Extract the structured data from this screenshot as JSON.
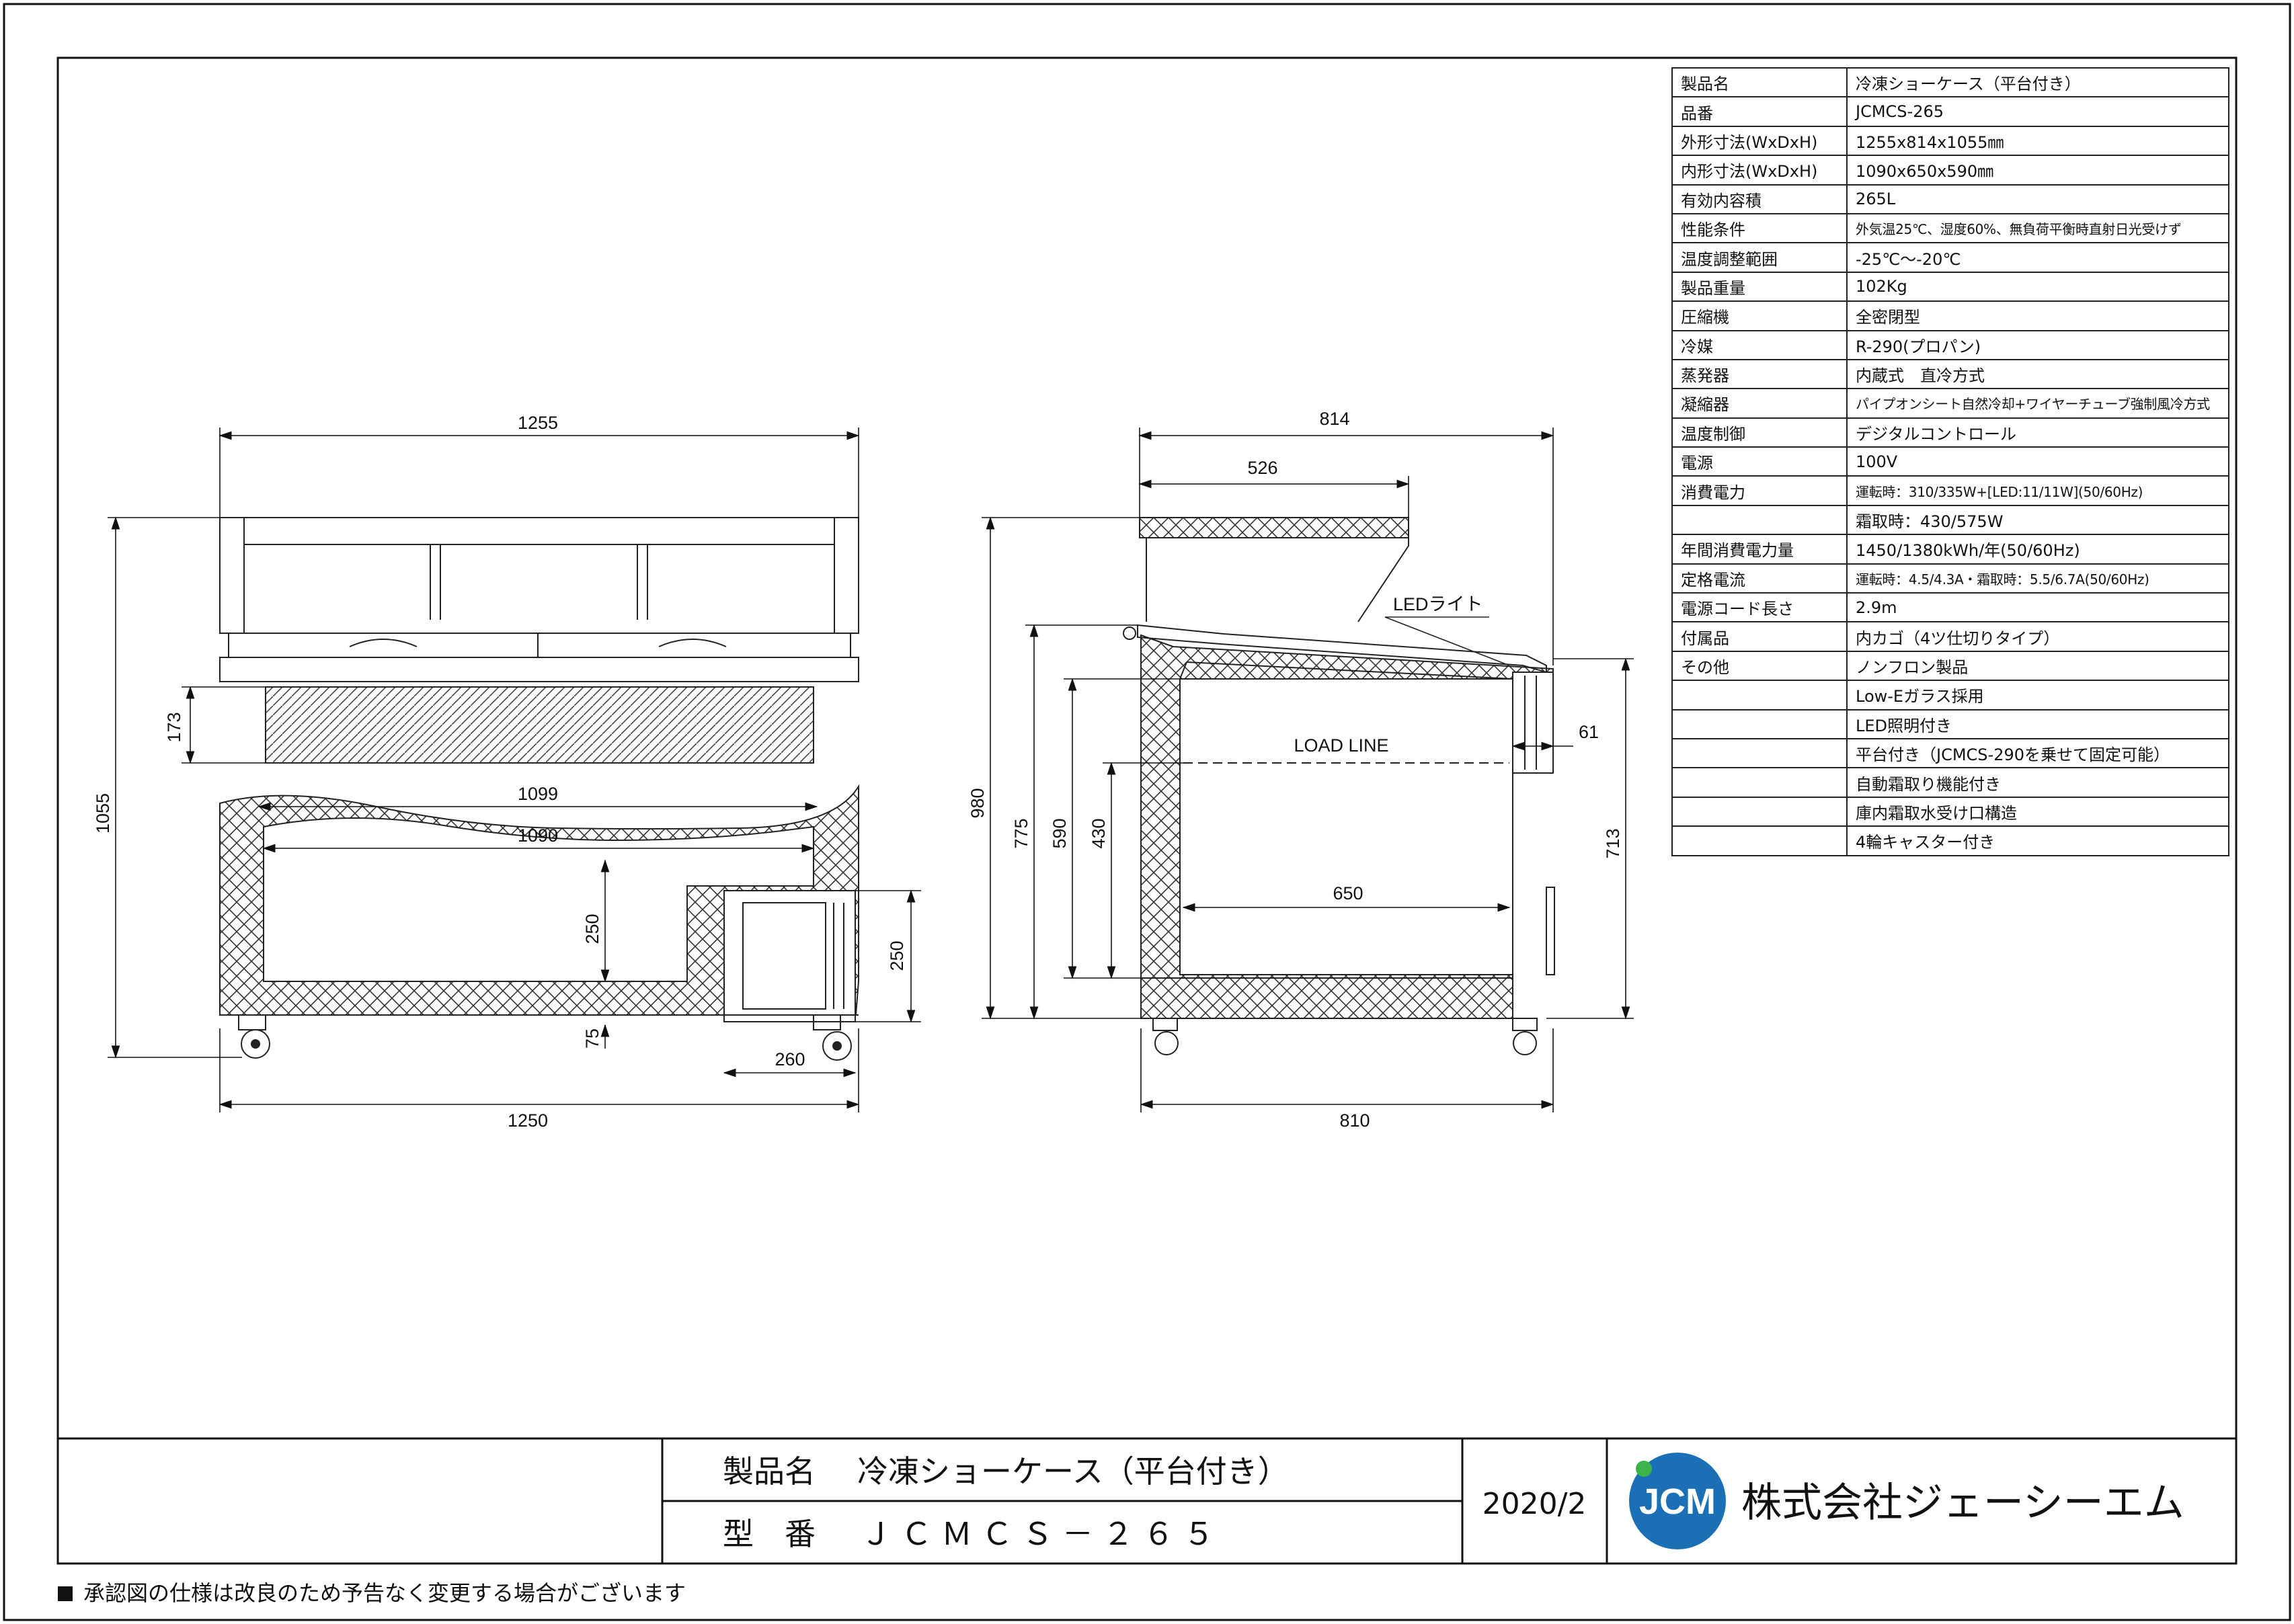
{
  "spec_rows": [
    {
      "k": "製品名",
      "v": "冷凍ショーケース（平台付き）"
    },
    {
      "k": "品番",
      "v": "JCMCS-265"
    },
    {
      "k": "外形寸法(WxDxH)",
      "v": "1255x814x1055㎜"
    },
    {
      "k": "内形寸法(WxDxH)",
      "v": "1090x650x590㎜"
    },
    {
      "k": "有効内容積",
      "v": "265L"
    },
    {
      "k": "性能条件",
      "v": "外気温25℃、湿度60%、無負荷平衡時直射日光受けず",
      "small": true
    },
    {
      "k": "温度調整範囲",
      "v": "-25℃～-20℃"
    },
    {
      "k": "製品重量",
      "v": "102Kg"
    },
    {
      "k": "圧縮機",
      "v": "全密閉型"
    },
    {
      "k": "冷媒",
      "v": "R-290(プロパン)"
    },
    {
      "k": "蒸発器",
      "v": "内蔵式　直冷方式"
    },
    {
      "k": "凝縮器",
      "v": "パイプオンシート自然冷却+ワイヤーチューブ強制風冷方式",
      "small": true
    },
    {
      "k": "温度制御",
      "v": "デジタルコントロール"
    },
    {
      "k": "電源",
      "v": "100V"
    },
    {
      "k": "消費電力",
      "v": "運転時：310/335W+[LED:11/11W](50/60Hz)",
      "small": true
    },
    {
      "k": "",
      "v": "霜取時：430/575W"
    },
    {
      "k": "年間消費電力量",
      "v": "1450/1380kWh/年(50/60Hz)"
    },
    {
      "k": "定格電流",
      "v": "運転時：4.5/4.3A・霜取時：5.5/6.7A(50/60Hz)",
      "small": true
    },
    {
      "k": "電源コード長さ",
      "v": "2.9m"
    },
    {
      "k": "付属品",
      "v": "内カゴ（4ツ仕切りタイプ）"
    },
    {
      "k": "その他",
      "v": "ノンフロン製品"
    },
    {
      "k": "",
      "v": "Low-Eガラス採用"
    },
    {
      "k": "",
      "v": "LED照明付き"
    },
    {
      "k": "",
      "v": "平台付き（JCMCS-290を乗せて固定可能）"
    },
    {
      "k": "",
      "v": "自動霜取り機能付き"
    },
    {
      "k": "",
      "v": "庫内霜取水受け口構造"
    },
    {
      "k": "",
      "v": "4輪キャスター付き"
    }
  ],
  "front_dims": {
    "w_top": "1255",
    "w_bottom": "1250",
    "inner_top": "1099",
    "inner": "1090",
    "h_total": "1055",
    "h_glass": "173",
    "h_step": "250",
    "h_base": "75",
    "h_box": "250",
    "w_box": "260"
  },
  "side_dims": {
    "d_top": "814",
    "d_shelf": "526",
    "d_bottom": "810",
    "d_inner": "650",
    "h_980": "980",
    "h_775": "775",
    "h_590": "590",
    "h_430": "430",
    "h_713": "713",
    "d_61": "61",
    "led_label": "LEDライト",
    "load_label": "LOAD LINE"
  },
  "title_block": {
    "name_label": "製品名",
    "name_value": "冷凍ショーケース（平台付き）",
    "model_label": "型　番",
    "model_value": "ＪＣＭＣＳ－２６５",
    "date": "2020/2",
    "company": "株式会社ジェーシーエム",
    "logo_text": "JCM",
    "logo_color": "#1a6fb5",
    "logo_dot_color": "#3cb44b"
  },
  "footer_note": "承認図の仕様は改良のため予告なく変更する場合がございます"
}
